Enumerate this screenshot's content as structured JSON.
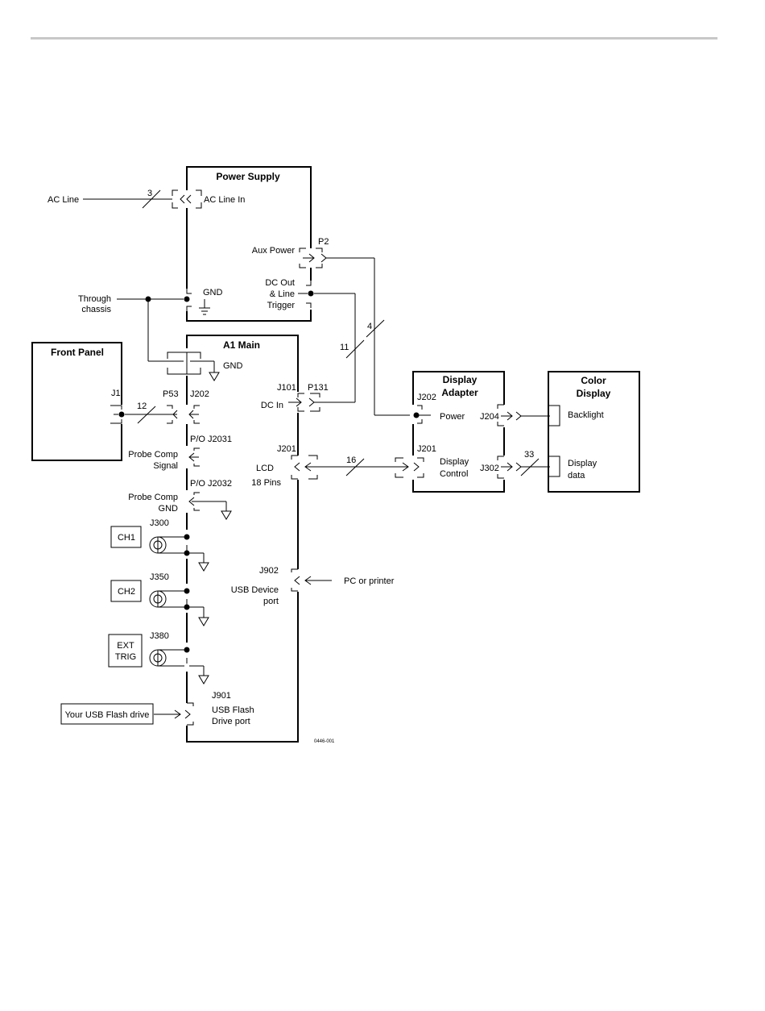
{
  "blocks": {
    "power_supply": "Power Supply",
    "a1_main": "A1 Main",
    "front_panel": "Front Panel",
    "display_adapter": [
      "Display",
      "Adapter"
    ],
    "color_display": [
      "Color",
      "Display"
    ]
  },
  "external": {
    "ac_line": "AC Line",
    "through_chassis": [
      "Through",
      "chassis"
    ],
    "pc_or_printer": "PC or printer",
    "usb_flash_drive": "Your USB Flash drive",
    "ch1": "CH1",
    "ch2": "CH2",
    "ext_trig": [
      "EXT",
      "TRIG"
    ]
  },
  "power_supply_labels": {
    "ac_line_in": "AC Line In",
    "aux_power": "Aux Power",
    "p2": "P2",
    "gnd": "GND",
    "dc_out": [
      "DC Out",
      "& Line",
      "Trigger"
    ]
  },
  "a1_labels": {
    "gnd": "GND",
    "j202": "J202",
    "p53": "P53",
    "j2031": "P/O  J2031",
    "probe_comp_signal": [
      "Probe Comp",
      "Signal"
    ],
    "j2032": "P/O J2032",
    "probe_comp_gnd": [
      "Probe Comp",
      "GND"
    ],
    "j300": "J300",
    "j350": "J350",
    "j380": "J380",
    "j101": "J101",
    "p131": "P131",
    "dc_in": "DC In",
    "j201": "J201",
    "lcd": "LCD",
    "pins": "18 Pins",
    "j902": "J902",
    "usb_device": [
      "USB Device",
      "port"
    ],
    "j901": "J901",
    "usb_flash": [
      "USB Flash",
      "Drive port"
    ]
  },
  "front_panel_labels": {
    "j1": "J1"
  },
  "display_adapter_labels": {
    "j202": "J202",
    "power": "Power",
    "j201": "J201",
    "display_control": [
      "Display",
      "Control"
    ],
    "j204": "J204",
    "j302": "J302"
  },
  "color_display_labels": {
    "backlight": "Backlight",
    "display_data": [
      "Display",
      "data"
    ]
  },
  "wire_counts": {
    "ac": "3",
    "fp": "12",
    "dc": "11",
    "aux": "4",
    "lcd": "16",
    "data": "33"
  },
  "figure_id": "0446-001"
}
